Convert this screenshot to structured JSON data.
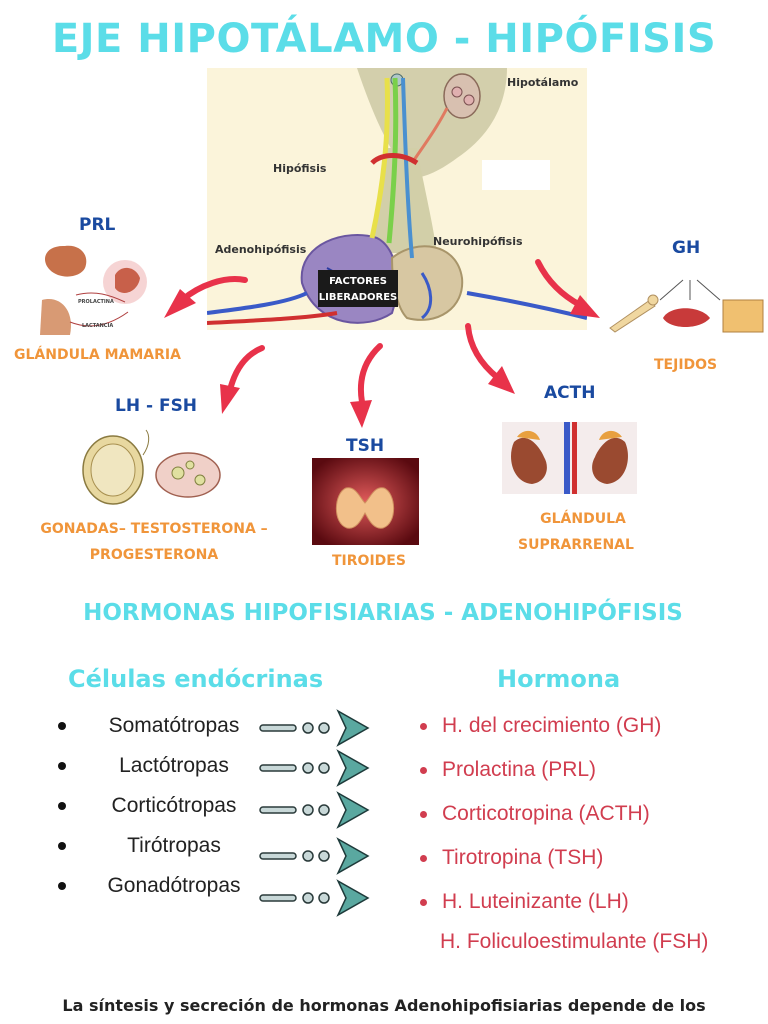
{
  "title": "EJE HIPOTÁLAMO - HIPÓFISIS",
  "anatomy": {
    "hipotalamo": "Hipotálamo",
    "hipofisis": "Hipófisis",
    "adenohipofisis": "Adenohipófisis",
    "neurohipofisis": "Neurohipófisis",
    "factores_line1": "FACTORES",
    "factores_line2": "LIBERADORES"
  },
  "targets": {
    "prl": {
      "hormone": "PRL",
      "target": "GLÁNDULA MAMARIA",
      "img_prolactina": "PROLACTINA",
      "img_lactancia": "LACTANCIA"
    },
    "gh": {
      "hormone": "GH",
      "target": "TEJIDOS"
    },
    "lhfsh": {
      "hormone": "LH - FSH",
      "target_line1": "GONADAS– TESTOSTERONA –",
      "target_line2": "PROGESTERONA"
    },
    "tsh": {
      "hormone": "TSH",
      "target": "TIROIDES"
    },
    "acth": {
      "hormone": "ACTH",
      "target_line1": "GLÁNDULA",
      "target_line2": "SUPRARRENAL"
    }
  },
  "section_title": "HORMONAS HIPOFISIARIAS - ADENOHIPÓFISIS",
  "columns": {
    "cells_header": "Células endócrinas",
    "hormone_header": "Hormona"
  },
  "cells": [
    "Somatótropas",
    "Lactótropas",
    "Corticótropas",
    "Tirótropas",
    "Gonadótropas"
  ],
  "hormones": [
    "H. del crecimiento (GH)",
    "Prolactina (PRL)",
    "Corticotropina (ACTH)",
    "Tirotropina (TSH)",
    "H. Luteinizante (LH)"
  ],
  "hormone_extra": "H. Foliculoestimulante (FSH)",
  "footer": "La síntesis y secreción de hormonas Adenohipofisiarias depende de los",
  "colors": {
    "title": "#5bdde8",
    "hormone_label": "#1a4aa0",
    "target_label": "#f0953a",
    "hormone_list": "#d13d4f",
    "arrow": "#e8324a"
  }
}
